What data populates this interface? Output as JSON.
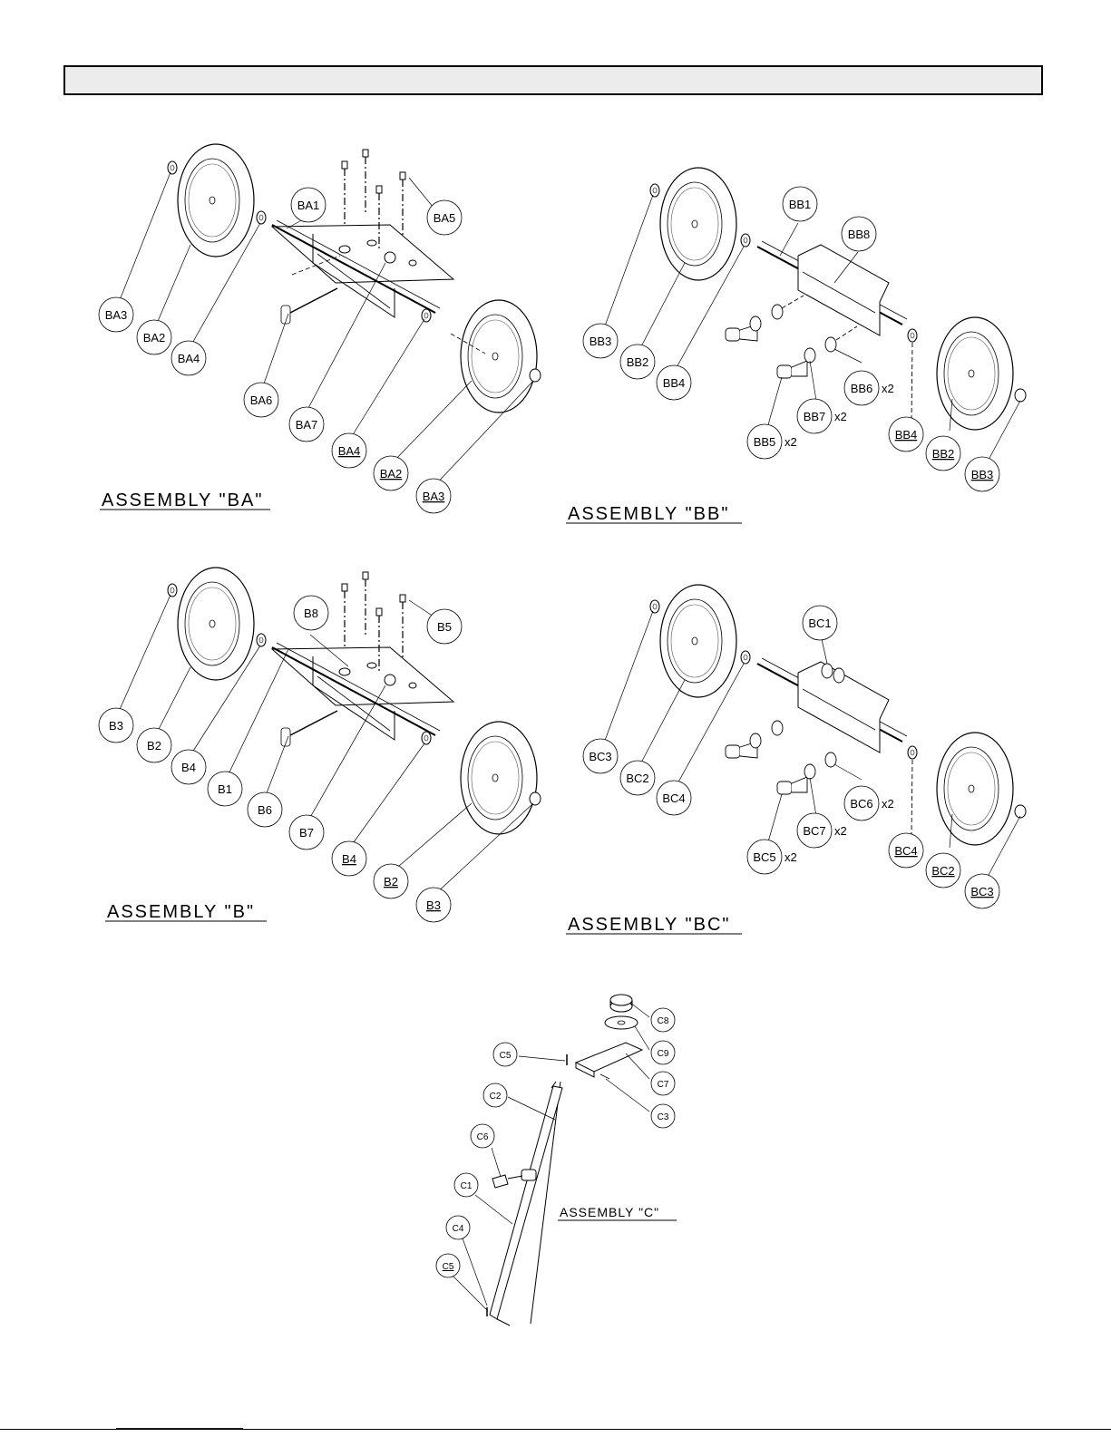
{
  "header": {
    "title": ""
  },
  "assemblies": [
    {
      "id": "BA",
      "caption": "ASSEMBLY \"BA\"",
      "labels": [
        "BA1",
        "BA2",
        "BA3",
        "BA4",
        "BA5",
        "BA6",
        "BA7",
        "BA4",
        "BA2",
        "BA3"
      ]
    },
    {
      "id": "BB",
      "caption": "ASSEMBLY \"BB\"",
      "labels": [
        "BB1",
        "BB8",
        "BB3",
        "BB2",
        "BB4",
        "BB6",
        "BB7",
        "BB5",
        "BB4",
        "BB2",
        "BB3"
      ],
      "qty": "x2"
    },
    {
      "id": "B",
      "caption": "ASSEMBLY \"B\"",
      "labels": [
        "B8",
        "B5",
        "B3",
        "B2",
        "B4",
        "B1",
        "B6",
        "B7",
        "B4",
        "B2",
        "B3"
      ]
    },
    {
      "id": "BC",
      "caption": "ASSEMBLY \"BC\"",
      "labels": [
        "BC1",
        "BC3",
        "BC2",
        "BC4",
        "BC6",
        "BC7",
        "BC5",
        "BC4",
        "BC2",
        "BC3"
      ],
      "qty": "x2"
    },
    {
      "id": "C",
      "caption": "ASSEMBLY \"C\"",
      "labels": [
        "C8",
        "C9",
        "C7",
        "C3",
        "C5",
        "C2",
        "C6",
        "C1",
        "C4",
        "C5"
      ]
    }
  ]
}
